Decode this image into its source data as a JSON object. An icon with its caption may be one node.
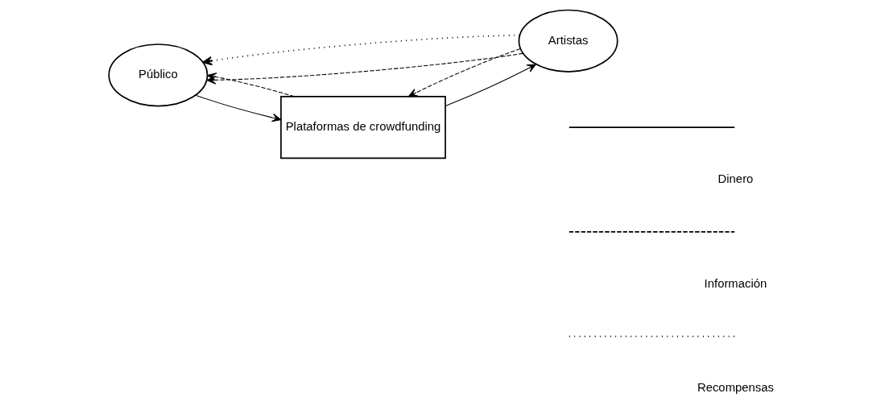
{
  "diagram": {
    "nodes": [
      {
        "text": [
          "Público"
        ]
      },
      {
        "text": [
          "Plataformas de crowdfunding"
        ]
      },
      {
        "text": [
          "Artistas"
        ]
      }
    ],
    "edges": [
      {
        "from": 2,
        "to": 0,
        "arrow": "to",
        "style": "dashed"
      },
      {
        "from": 1,
        "to": 0,
        "arrow": "to",
        "style": "dashed"
      },
      {
        "from": 0,
        "to": 1,
        "arrow": "to"
      },
      {
        "from": 2,
        "to": 1,
        "arrow": "to",
        "style": "dashed"
      },
      {
        "from": 1,
        "to": 2,
        "arrow": "to"
      },
      {
        "from": 2,
        "to": 0,
        "arrow": "to",
        "style": "dashed"
      }
    ],
    "legend": [
      {
        "text": "Dinero"
      },
      {
        "text": "Información"
      },
      {
        "text": "Recompensas"
      }
    ]
  }
}
